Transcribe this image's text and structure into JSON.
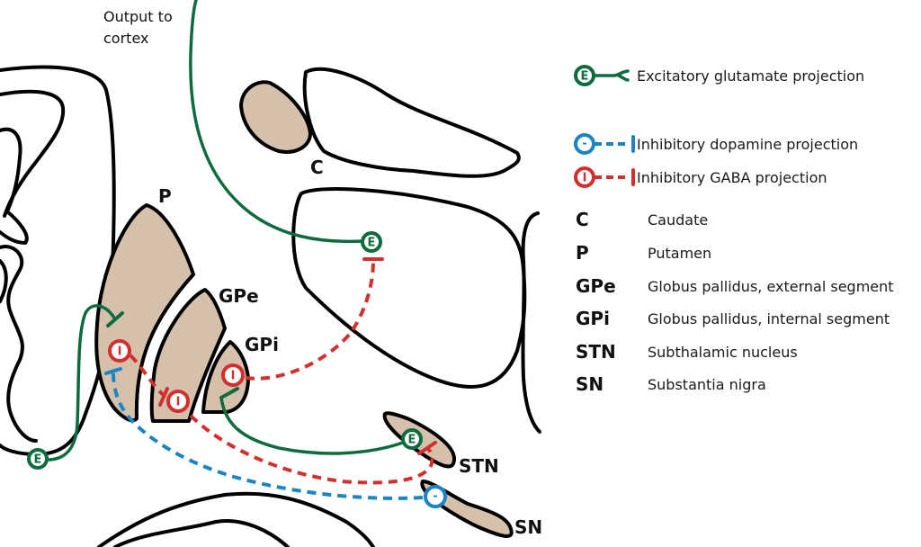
{
  "diagram": {
    "annotation_output": [
      "Output to",
      "cortex"
    ],
    "region_labels": {
      "caudate": "C",
      "putamen": "P",
      "gpe": "GPe",
      "gpi": "GPi",
      "stn": "STN",
      "sn": "SN"
    },
    "badges": {
      "excitatory": "E",
      "inhibitory_gaba": "I",
      "inhibitory_dopamine": "-"
    },
    "colors": {
      "excitatory": "#0e6b3e",
      "inhibitory_gaba": "#d32f2f",
      "inhibitory_dopamine": "#1b84c2",
      "nucleus_fill": "#d5c0ab",
      "outline": "#000000"
    }
  },
  "legend": {
    "projections": [
      {
        "type": "excitatory",
        "badge": "E",
        "label": "Excitatory glutamate projection"
      },
      {
        "type": "inhibitory_dopamine",
        "badge": "-",
        "label": "Inhibitory dopamine projection"
      },
      {
        "type": "inhibitory_gaba",
        "badge": "I",
        "label": "Inhibitory GABA projection"
      }
    ],
    "abbreviations": [
      {
        "abbr": "C",
        "name": "Caudate"
      },
      {
        "abbr": "P",
        "name": "Putamen"
      },
      {
        "abbr": "GPe",
        "name": "Globus pallidus, external segment"
      },
      {
        "abbr": "GPi",
        "name": "Globus pallidus, internal segment"
      },
      {
        "abbr": "STN",
        "name": "Subthalamic nucleus"
      },
      {
        "abbr": "SN",
        "name": "Substantia nigra"
      }
    ]
  }
}
